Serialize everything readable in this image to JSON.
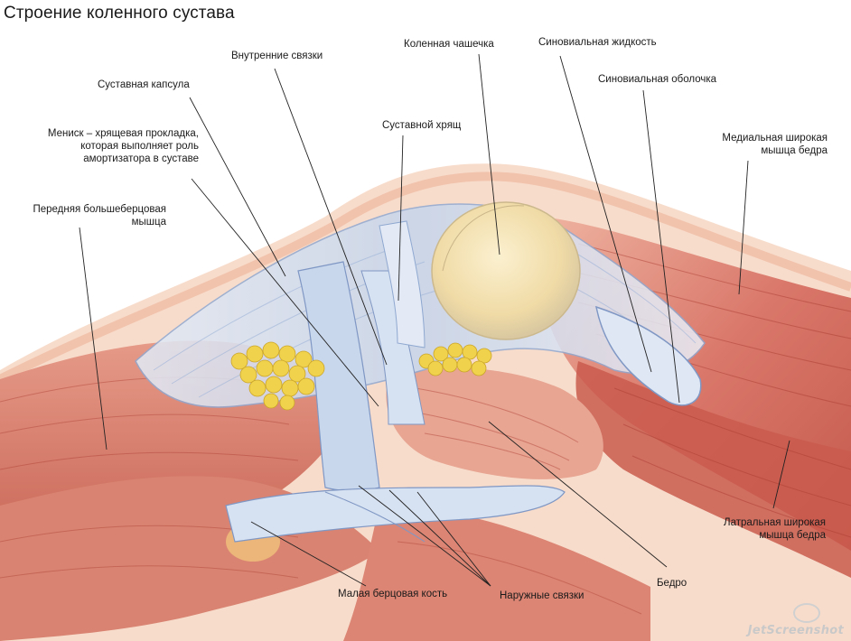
{
  "title": "Строение коленного сустава",
  "labels": {
    "vnutrennie_svyazki": "Внутренние связки",
    "kolennaya_chashechka": "Коленная чашечка",
    "sinovialnaya_zhidkost": "Синовиальная жидкость",
    "sinovialnaya_obolochka": "Синовиальная оболочка",
    "sustavnaya_kapsula": "Суставная капсула",
    "sustavnoy_hryashch": "Суставной хрящ",
    "menisk_1": "Мениск – хрящевая прокладка,",
    "menisk_2": "которая выполняет роль",
    "menisk_3": "амортизатора в суставе",
    "medialnaya_1": "Медиальная широкая",
    "medialnaya_2": "мышца бедра",
    "perednyaya_1": "Передняя большеберцовая",
    "perednyaya_2": "мышца",
    "lateralnaya_1": "Латральная широкая",
    "lateralnaya_2": "мышца бедра",
    "bedro": "Бедро",
    "malaya_bertsovaya": "Малая берцовая кость",
    "naruzhnye_svyazki": "Наружные связки"
  },
  "watermark": "JetScreenshot",
  "colors": {
    "muscle": "#d9776a",
    "muscle_dark": "#b5473d",
    "skin": "#f6d2bd",
    "ligament": "#cfdcef",
    "ligament_edge": "#8fa8d0",
    "cartilage": "#f2e2b4",
    "fat": "#f0d048",
    "leader": "#222222"
  }
}
